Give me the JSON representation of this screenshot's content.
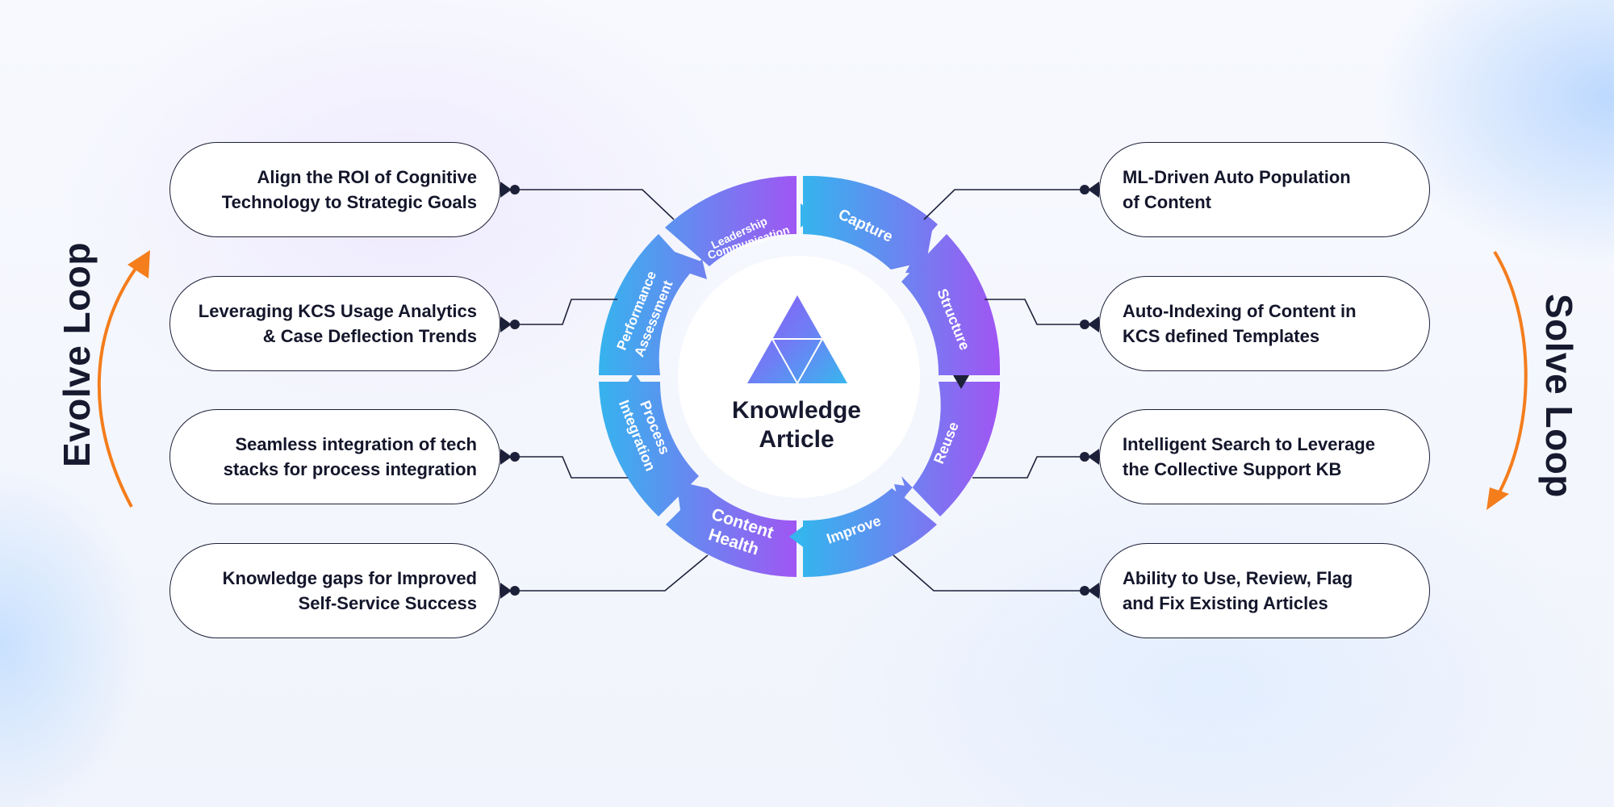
{
  "center": {
    "line1": "Knowledge",
    "line2": "Article"
  },
  "segments": {
    "capture": "Capture",
    "structure": "Structure",
    "reuse": "Reuse",
    "improve": "Improve",
    "content_health_1": "Content",
    "content_health_2": "Health",
    "process_integration_1": "Process",
    "process_integration_2": "Integration",
    "performance_assessment_1": "Performance",
    "performance_assessment_2": "Assessment",
    "leadership_communication_1": "Leadership",
    "leadership_communication_2": "Communication"
  },
  "left_boxes": [
    "Align the ROI of Cognitive\nTechnology to Strategic Goals",
    "Leveraging KCS Usage Analytics\n& Case Deflection Trends",
    "Seamless integration of tech\nstacks for process integration",
    "Knowledge gaps for Improved\nSelf-Service Success"
  ],
  "right_boxes": [
    "ML-Driven Auto Population\nof Content",
    "Auto-Indexing of Content in\nKCS defined Templates",
    "Intelligent Search to Leverage\nthe Collective Support KB",
    "Ability to Use, Review, Flag\nand Fix Existing Articles"
  ],
  "loops": {
    "left": "Evolve Loop",
    "right": "Solve Loop"
  },
  "colors": {
    "gradient_start": "#35b4ee",
    "gradient_end": "#a155f3",
    "arrow_orange": "#f47d1c",
    "ink": "#1d2039"
  }
}
